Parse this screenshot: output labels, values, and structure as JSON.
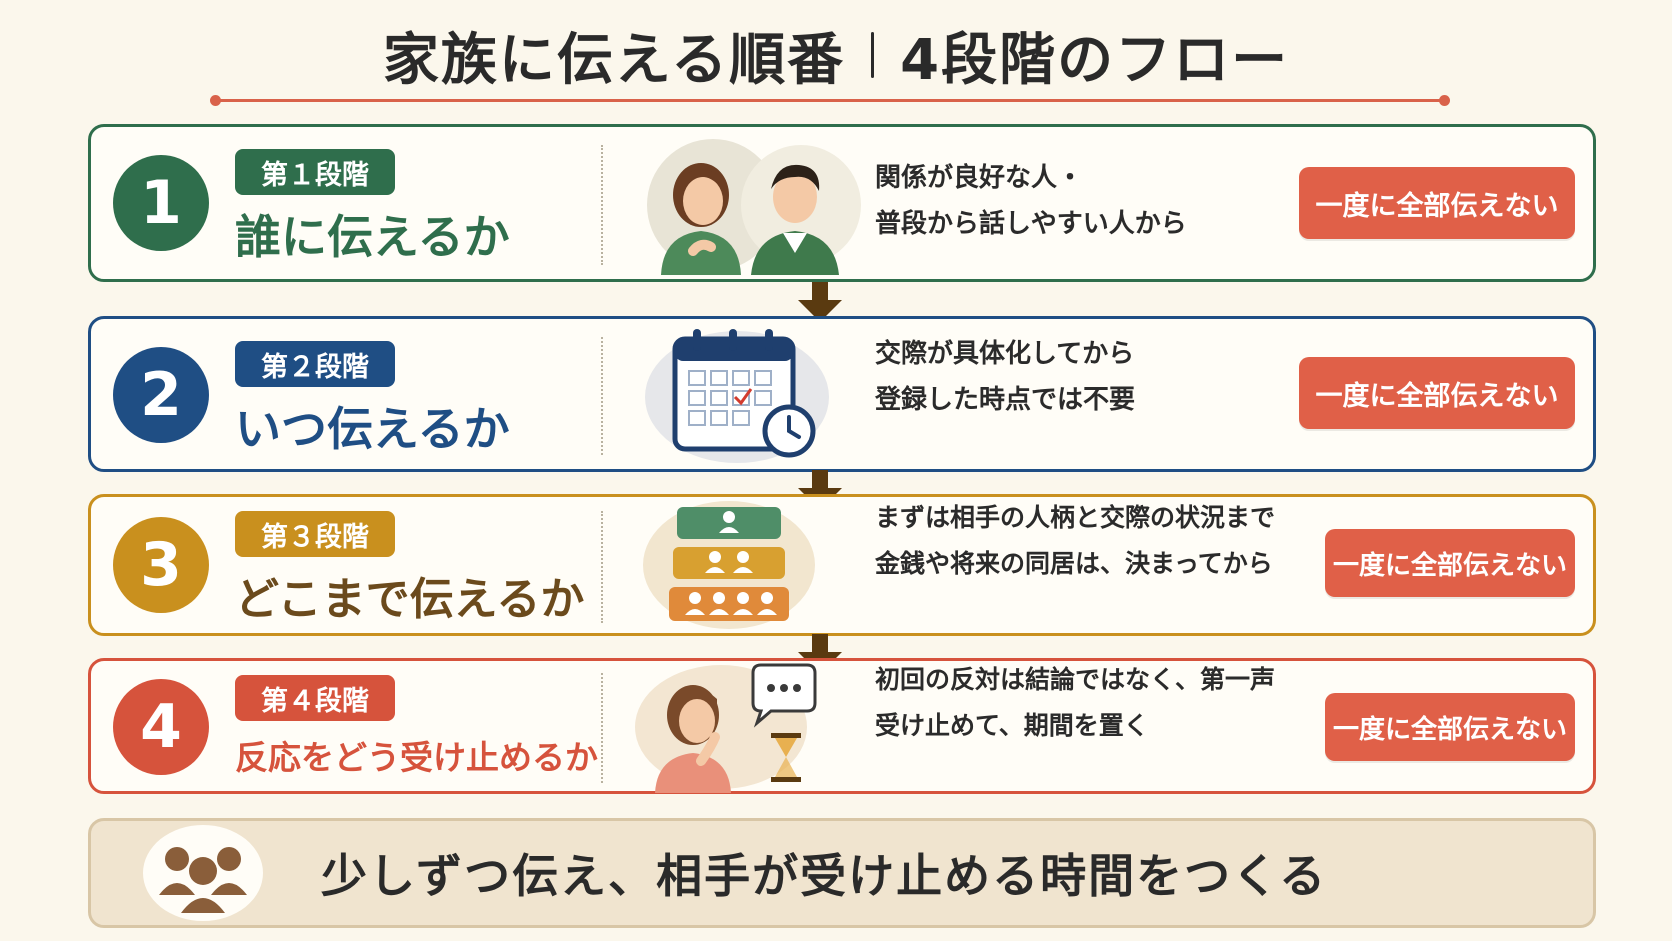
{
  "header": {
    "title_main": "家族に伝える順番",
    "title_sub": "4段階のフロー"
  },
  "colors": {
    "green": "#2f6e4c",
    "blue": "#1f4e84",
    "gold": "#c9901e",
    "red": "#d6533c",
    "badge": "#e06048",
    "arrow": "#5a3a10"
  },
  "steps": [
    {
      "number": "1",
      "stage": "第１段階",
      "question": "誰に伝えるか",
      "desc_line1": "関係が良好な人・",
      "desc_line2": "普段から話しやすい人から",
      "badge": "一度に全部伝えない",
      "icon": "two-people-talking-icon"
    },
    {
      "number": "2",
      "stage": "第２段階",
      "question": "いつ伝えるか",
      "desc_line1": "交際が具体化してから",
      "desc_line2": "登録した時点では不要",
      "badge": "一度に全部伝えない",
      "icon": "calendar-clock-icon"
    },
    {
      "number": "3",
      "stage": "第３段階",
      "question": "どこまで伝えるか",
      "desc_line1": "まずは相手の人柄と交際の状況まで",
      "desc_line2": "金銭や将来の同居は、決まってから",
      "badge": "一度に全部伝えない",
      "icon": "people-levels-icon"
    },
    {
      "number": "4",
      "stage": "第４段階",
      "question": "反応をどう受け止めるか",
      "desc_line1": "初回の反対は結論ではなく、第一声",
      "desc_line2": "受け止めて、期間を置く",
      "badge": "一度に全部伝えない",
      "icon": "thinking-woman-hourglass-icon"
    }
  ],
  "footer": {
    "text": "少しずつ伝え、相手が受け止める時間をつくる",
    "icon": "group-icon"
  }
}
